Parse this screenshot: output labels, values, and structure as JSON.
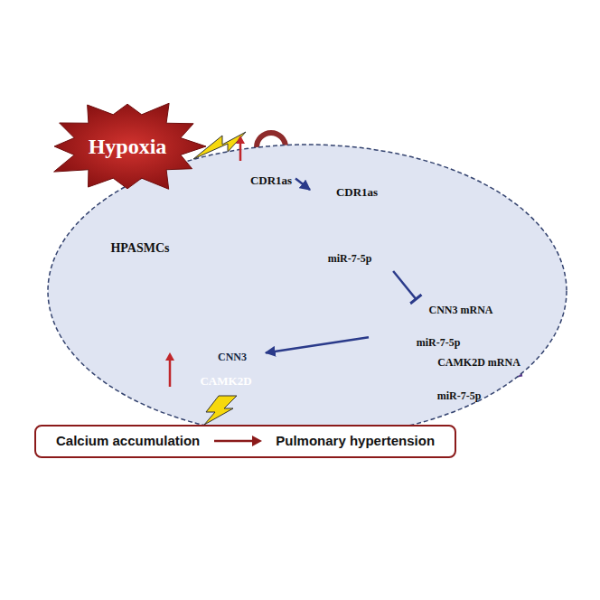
{
  "diagram": {
    "nodes": [
      {
        "text": [
          "HPASMCs"
        ]
      },
      {
        "text": [
          "Hypoxia"
        ]
      },
      {
        "text": [
          "CDR1as"
        ],
        "in": 0
      },
      {
        "text": [
          "CDR1as",
          "miR-7-5p"
        ],
        "in": 0
      },
      {
        "text": [
          "CNN3 mRNA",
          "miR-7-5p"
        ],
        "in": 0
      },
      {
        "text": [
          "CAMK2D mRNA",
          "miR-7-5p"
        ],
        "in": 0
      },
      {
        "text": [
          "CNN3"
        ],
        "in": 0
      },
      {
        "text": [
          "CAMK2D"
        ],
        "in": 0
      },
      {
        "text": [
          "Calcium accumulation",
          "Pulmonary hypertension"
        ]
      }
    ],
    "edges": [
      {
        "from": 2,
        "to": 3,
        "arrow": "to"
      },
      {
        "from": 3,
        "to": 4,
        "arrow": "to"
      },
      {
        "from": 4,
        "to": 6,
        "arrow": "to"
      }
    ]
  }
}
